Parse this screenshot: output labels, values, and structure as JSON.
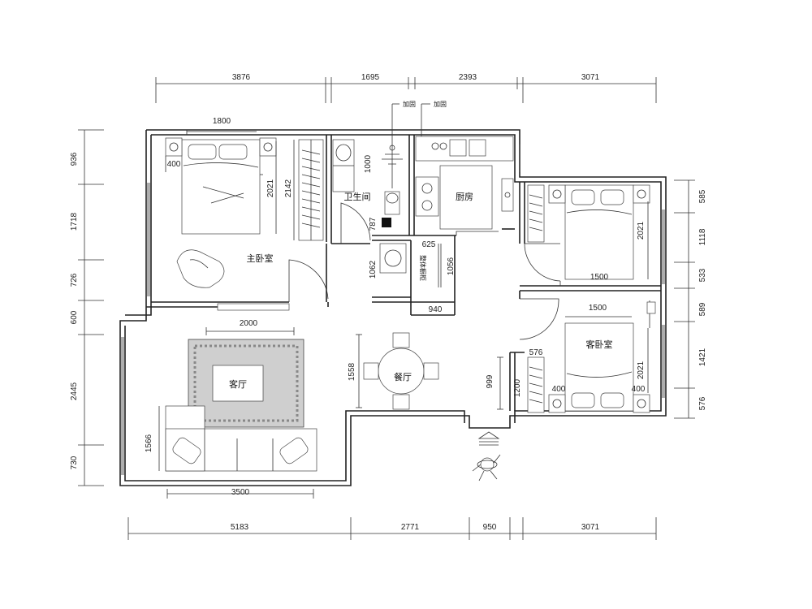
{
  "dimensions": {
    "top": [
      "3876",
      "1695",
      "2393",
      "3071"
    ],
    "bottom": [
      "5183",
      "2771",
      "950",
      "3071"
    ],
    "left": [
      "936",
      "1718",
      "726",
      "600",
      "2445",
      "730"
    ],
    "right": [
      "585",
      "1118",
      "533",
      "589",
      "1421",
      "576"
    ],
    "interior": {
      "bed1_width": "1800",
      "bed1_length": "2021",
      "nightstand1": "400",
      "wardrobe1": "2142",
      "bath_vanity": "1000",
      "bath_depth": "787",
      "washer": "1062",
      "cabinet_w": "625",
      "cabinet_h": "1056",
      "cabinet_bottom": "940",
      "sofa_area_width": "2000",
      "sofa_width": "3500",
      "sofa_depth": "1566",
      "dining": "1558",
      "bed2_width": "1500",
      "bed2_length": "2021",
      "bed3_width": "1500",
      "bed3_length": "2021",
      "wardrobe3_top": "576",
      "wardrobe3_side": "1200",
      "guest_left": "999",
      "nightstand3a": "400",
      "nightstand3b": "400"
    }
  },
  "rooms": {
    "master": "主卧室",
    "bath": "卫生间",
    "kitchen": "厨房",
    "living": "客厅",
    "dining": "餐厅",
    "guest": "客卧室"
  },
  "notes": {
    "add1": "加固",
    "add2": "加固",
    "cabinet": "整体橱柜"
  }
}
